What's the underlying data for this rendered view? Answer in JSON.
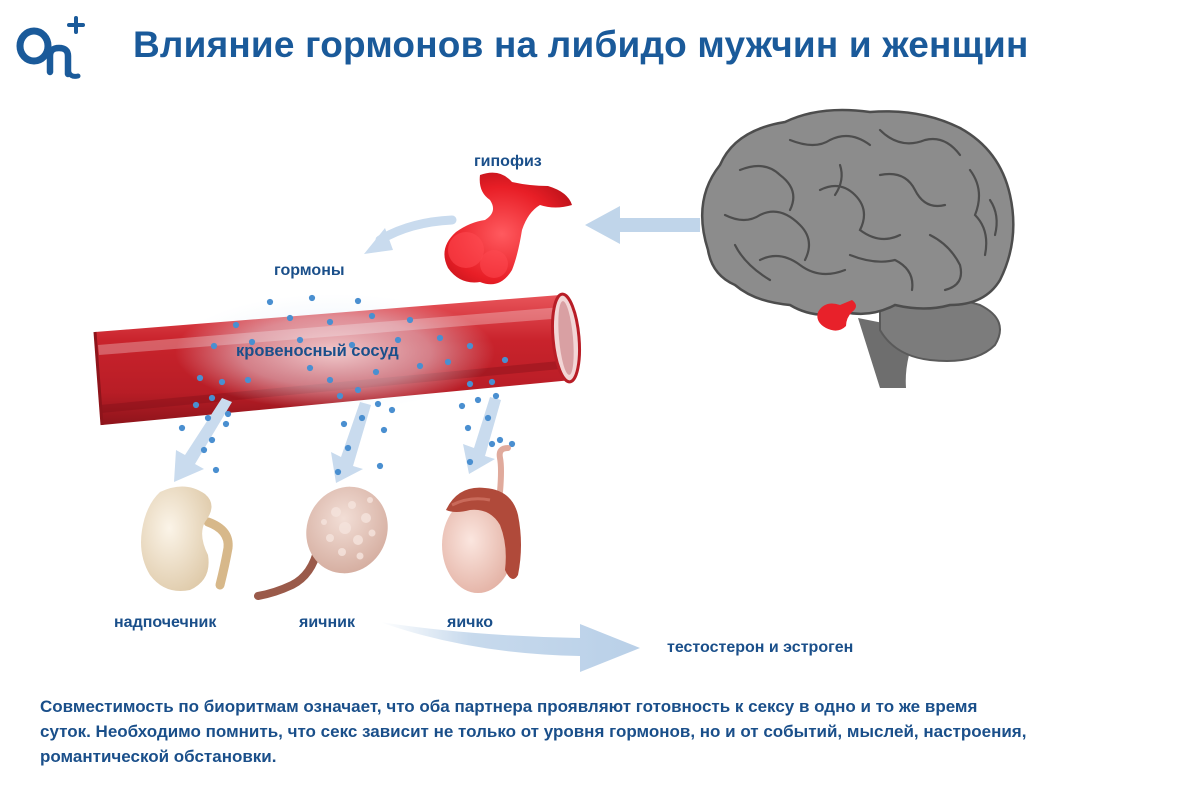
{
  "title": "Влияние гормонов на либидо мужчин и женщин",
  "labels": {
    "pituitary": "гипофиз",
    "hormones": "гормоны",
    "blood_vessel": "кровеносный сосуд",
    "adrenal": "надпочечник",
    "ovary": "яичник",
    "testis": "яичко",
    "output": "тестостерон и эстроген"
  },
  "body_lines": [
    "Совместимость по биоритмам означает, что оба партнера проявляют готовность к сексу в одно и то же время",
    "суток. Необходимо помнить, что секс зависит не только от уровня гормонов, но и от событий, мыслей, настроения,",
    "романтической обстановки."
  ],
  "palette": {
    "brand_blue": "#1a5a9a",
    "text_blue": "#1a4f8a",
    "dot_blue": "#4a8fd0",
    "arrow_blue": "#b9d0e8",
    "pituitary_red": "#e8212a",
    "vessel_red": "#c8232c",
    "brain_grey": "#8c8c8c"
  },
  "icons": {
    "logo": "on-plus-logo",
    "brain": "brain-icon",
    "pituitary": "pituitary-gland-icon",
    "vessel": "blood-vessel-icon",
    "adrenal": "adrenal-gland-icon",
    "ovary": "ovary-icon",
    "testis": "testis-icon"
  }
}
